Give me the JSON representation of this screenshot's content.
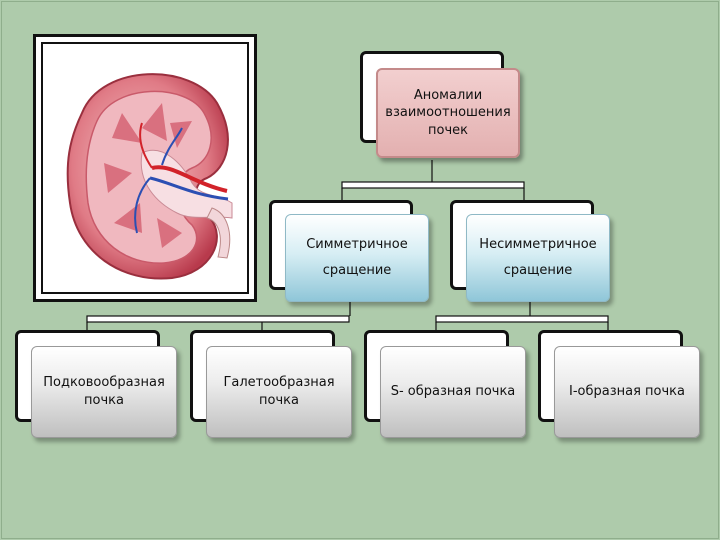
{
  "diagram": {
    "root": {
      "lines": [
        "Аномалии",
        "взаимоотношения",
        "почек"
      ]
    },
    "branches": [
      {
        "lines": [
          "Симметричное",
          "сращение"
        ]
      },
      {
        "lines": [
          "Несимметричное",
          "сращение"
        ]
      }
    ],
    "leaves": [
      {
        "lines": [
          "Подковообразная",
          "почка"
        ]
      },
      {
        "lines": [
          "Галетообразная",
          "почка"
        ]
      },
      {
        "lines": [
          "S- образная почка"
        ]
      },
      {
        "lines": [
          "I-образная почка"
        ]
      }
    ]
  },
  "image": {
    "subject": "kidney-cross-section-illustration"
  },
  "colors": {
    "background": "#aecbab",
    "root_fill": "#e8bcbc",
    "branch_fill": "#a9d3e1",
    "leaf_fill": "#d4d4d4"
  }
}
